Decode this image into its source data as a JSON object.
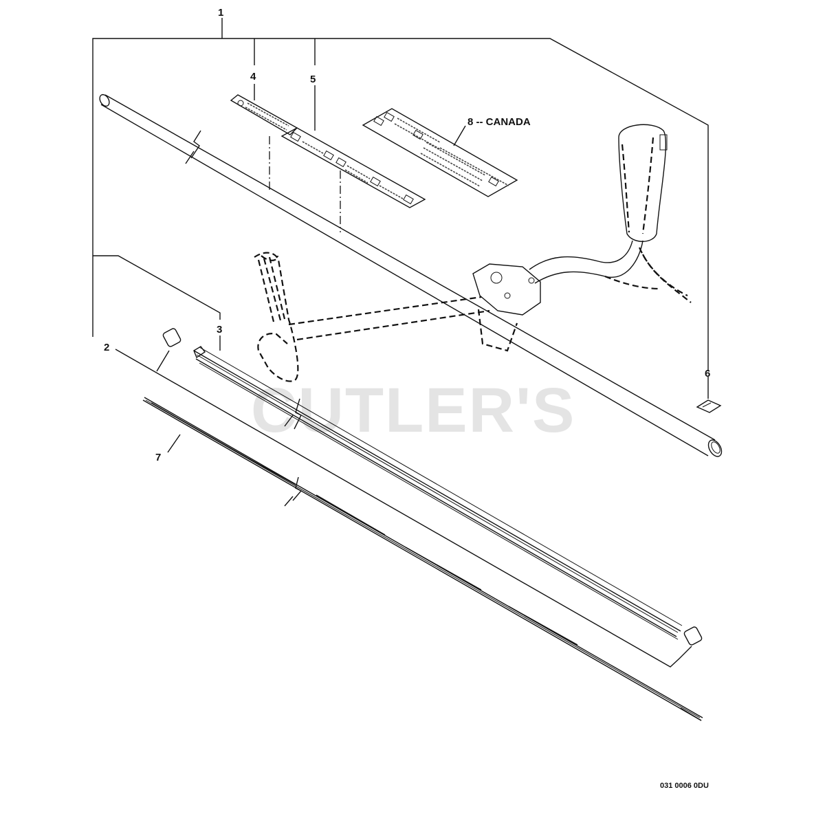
{
  "callouts": {
    "c1": "1",
    "c2": "2",
    "c3": "3",
    "c4": "4",
    "c5": "5",
    "c6": "6",
    "c7": "7",
    "c8": "8 -- CANADA"
  },
  "drawing_code": "031 0006 0DU",
  "watermark": "CUTLER'S"
}
